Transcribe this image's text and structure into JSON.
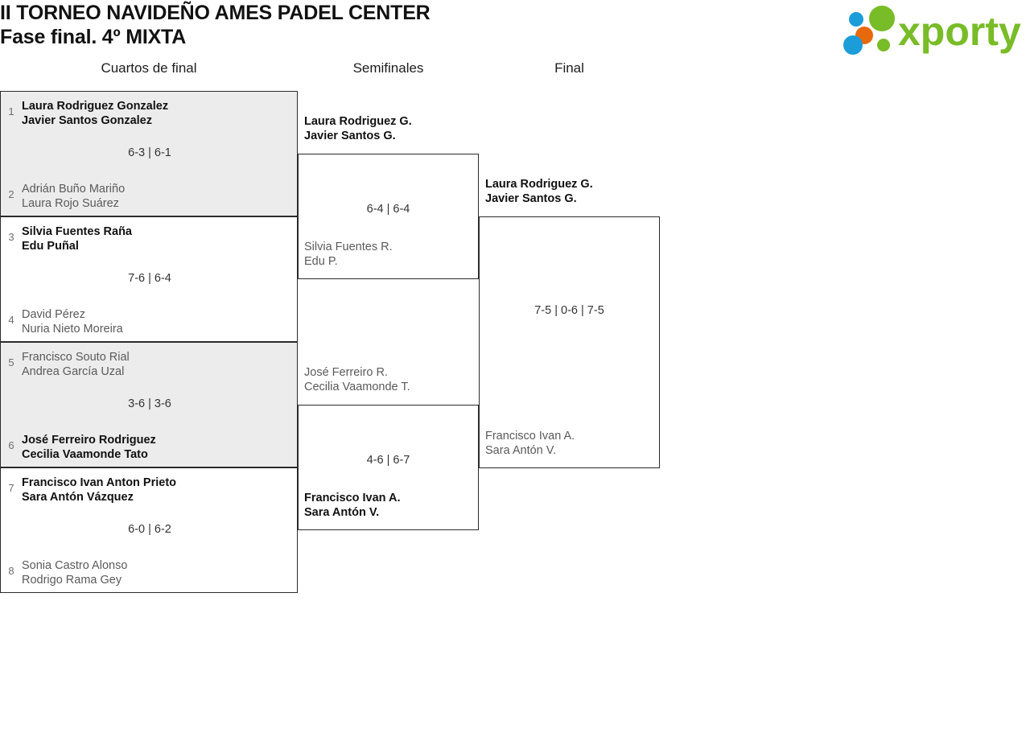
{
  "header": {
    "title_line1": "II TORNEO NAVIDEÑO AMES PADEL CENTER",
    "title_line2": "Fase final. 4º MIXTA",
    "logo_text": "xporty",
    "logo_colors": {
      "green": "#78bc27",
      "orange": "#e8690b",
      "blue": "#1b9dd9"
    }
  },
  "rounds": [
    {
      "label": "Cuartos de final"
    },
    {
      "label": "Semifinales"
    },
    {
      "label": "Final"
    }
  ],
  "quarterfinals": [
    {
      "shaded": true,
      "top": {
        "seed": "1",
        "player1": "Laura Rodriguez Gonzalez",
        "player2": "Javier Santos Gonzalez",
        "winner": true
      },
      "bottom": {
        "seed": "2",
        "player1": "Adrián Buño Mariño",
        "player2": "Laura Rojo Suárez",
        "winner": false
      },
      "score": "6-3 | 6-1"
    },
    {
      "shaded": false,
      "top": {
        "seed": "3",
        "player1": "Silvia Fuentes Raña",
        "player2": "Edu Puñal",
        "winner": true
      },
      "bottom": {
        "seed": "4",
        "player1": "David Pérez",
        "player2": "Nuria Nieto Moreira",
        "winner": false
      },
      "score": "7-6 | 6-4"
    },
    {
      "shaded": true,
      "top": {
        "seed": "5",
        "player1": "Francisco Souto Rial",
        "player2": "Andrea García Uzal",
        "winner": false
      },
      "bottom": {
        "seed": "6",
        "player1": "José Ferreiro Rodriguez",
        "player2": "Cecilia Vaamonde Tato",
        "winner": true
      },
      "score": "3-6 | 3-6"
    },
    {
      "shaded": false,
      "top": {
        "seed": "7",
        "player1": "Francisco Ivan Anton Prieto",
        "player2": "Sara Antón Vázquez",
        "winner": true
      },
      "bottom": {
        "seed": "8",
        "player1": "Sonia Castro Alonso",
        "player2": "Rodrigo Rama Gey",
        "winner": false
      },
      "score": "6-0 | 6-2"
    }
  ],
  "semifinals": [
    {
      "top": {
        "player1": "Laura Rodriguez G.",
        "player2": "Javier Santos G.",
        "winner": true
      },
      "bottom": {
        "player1": "Silvia Fuentes R.",
        "player2": "Edu P.",
        "winner": false
      },
      "score": "6-4 | 6-4"
    },
    {
      "top": {
        "player1": "José Ferreiro R.",
        "player2": "Cecilia Vaamonde T.",
        "winner": false
      },
      "bottom": {
        "player1": "Francisco Ivan A.",
        "player2": "Sara Antón V.",
        "winner": true
      },
      "score": "4-6 | 6-7"
    }
  ],
  "final": {
    "top": {
      "player1": "Laura Rodriguez G.",
      "player2": "Javier Santos G.",
      "winner": true
    },
    "bottom": {
      "player1": "Francisco Ivan A.",
      "player2": "Sara Antón V.",
      "winner": false
    },
    "score": "7-5 | 0-6 | 7-5"
  }
}
